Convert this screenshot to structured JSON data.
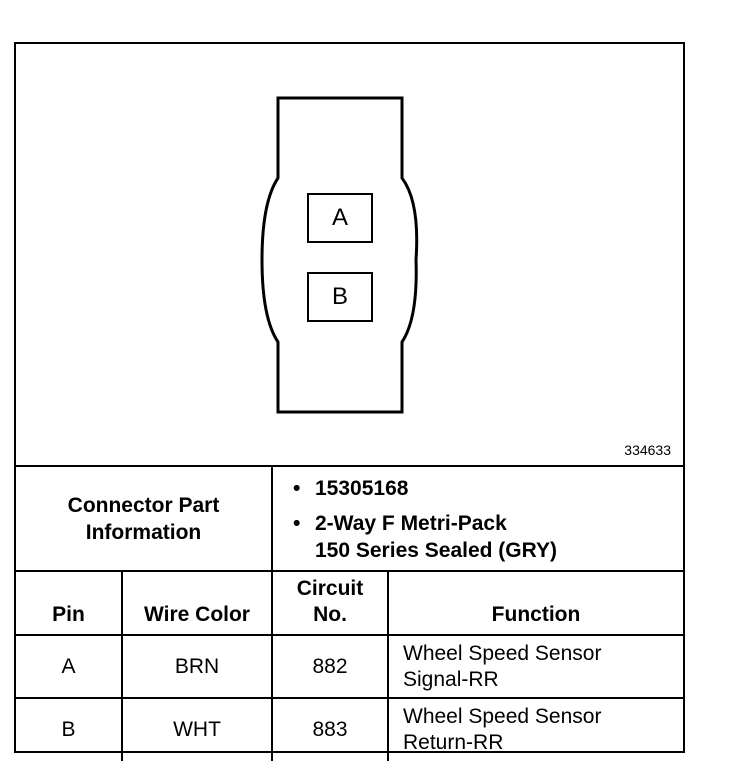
{
  "diagram": {
    "pins": [
      "A",
      "B"
    ],
    "figure_id": "334633"
  },
  "connector_info": {
    "title_line1": "Connector Part",
    "title_line2": "Information",
    "part_number": "15305168",
    "description_line1": "2-Way F Metri-Pack",
    "description_line2": "150 Series Sealed (GRY)",
    "bullet": "•"
  },
  "table": {
    "headers": {
      "pin": "Pin",
      "wire_color": "Wire Color",
      "circuit_line1": "Circuit",
      "circuit_line2": "No.",
      "function": "Function"
    },
    "rows": [
      {
        "pin": "A",
        "wire_color": "BRN",
        "circuit": "882",
        "function_line1": "Wheel Speed Sensor",
        "function_line2": "Signal-RR"
      },
      {
        "pin": "B",
        "wire_color": "WHT",
        "circuit": "883",
        "function_line1": "Wheel Speed Sensor",
        "function_line2": "Return-RR"
      }
    ]
  }
}
